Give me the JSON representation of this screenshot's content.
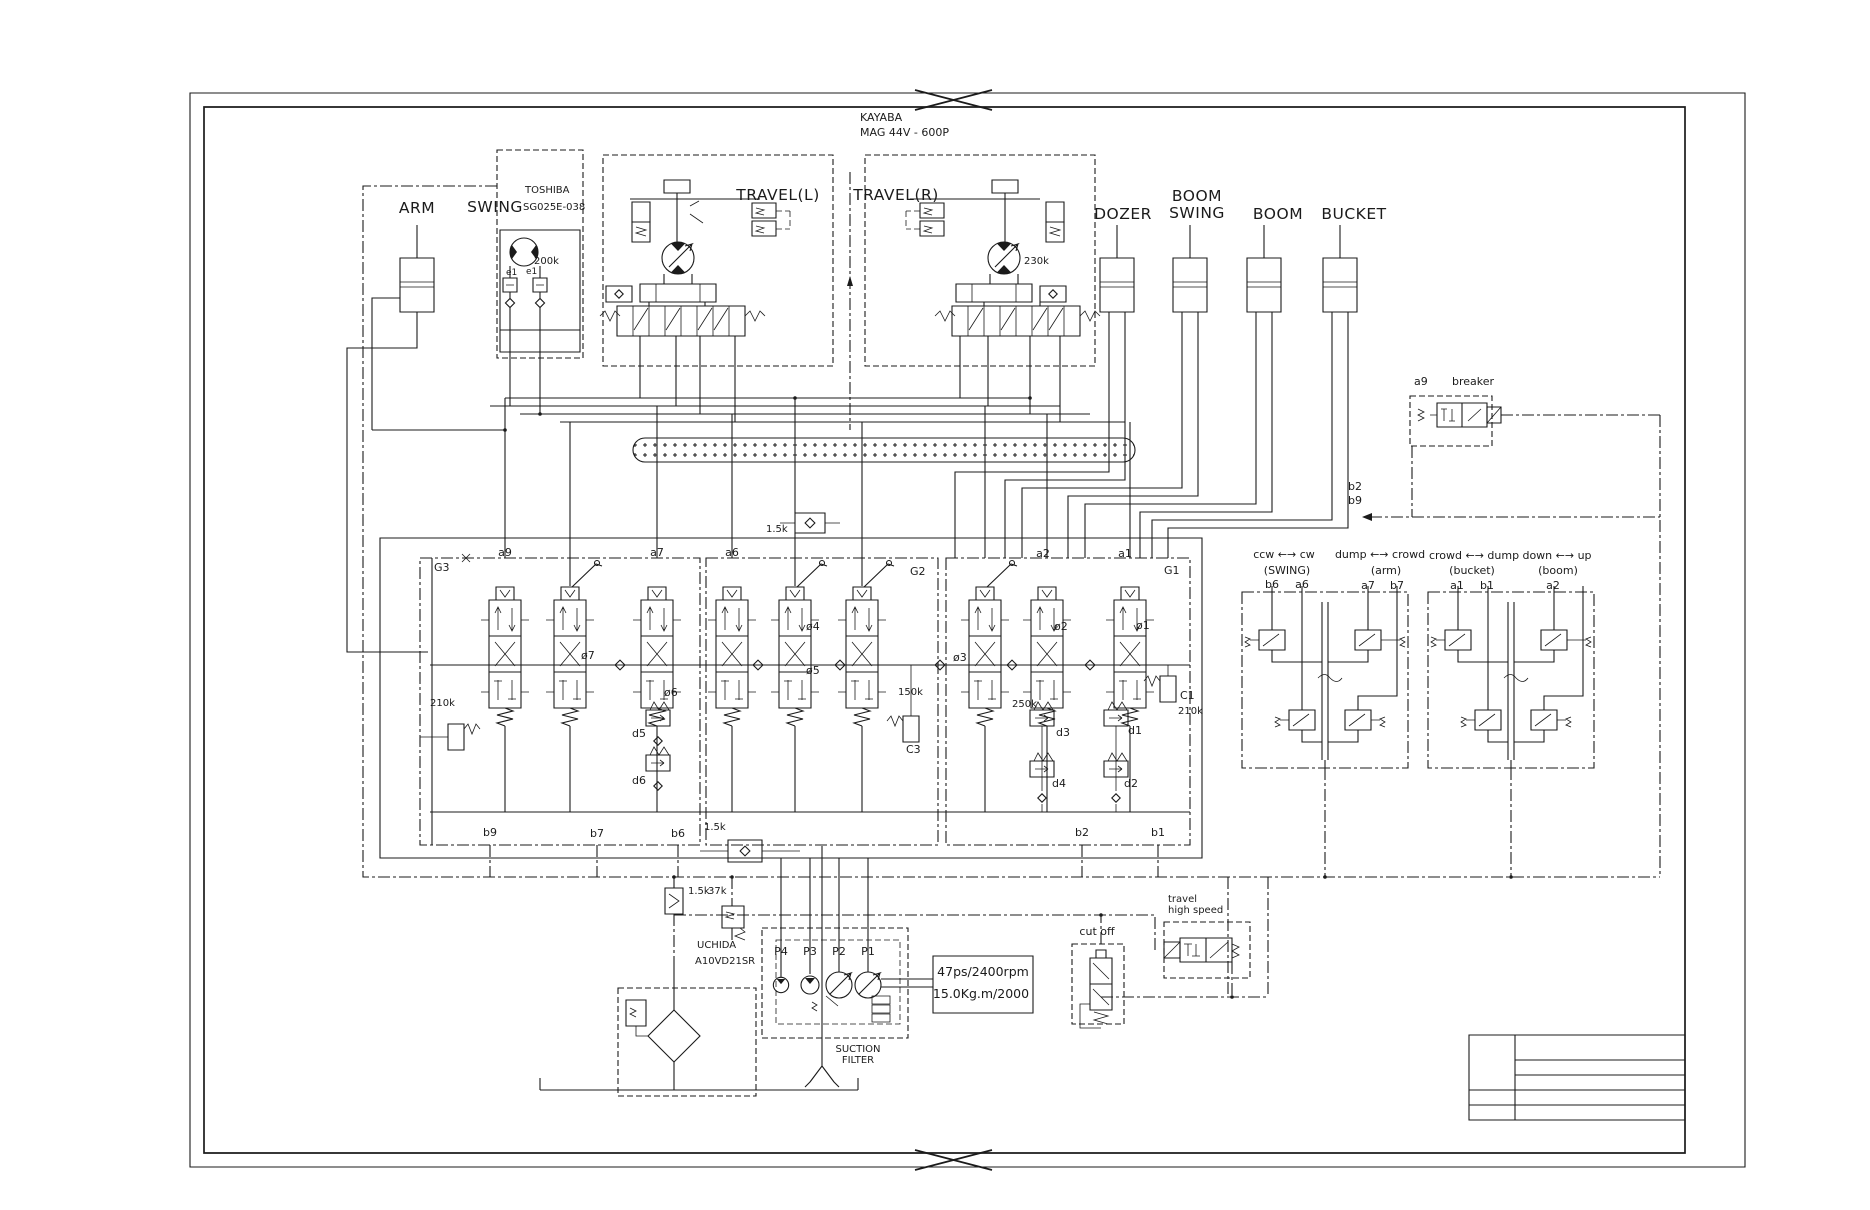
{
  "sheet": {
    "paper": "#ffffff",
    "ink": "#1b1b1b"
  },
  "labels": {
    "kayaba": "KAYABA",
    "kayaba_model": "MAG 44V - 600P",
    "toshiba": "TOSHIBA",
    "toshiba_model": "SG025E-038",
    "arm": "ARM",
    "swing": "SWING",
    "travel_l": "TRAVEL(L)",
    "travel_r": "TRAVEL(R)",
    "dozer": "DOZER",
    "boom_swing": "BOOM\nSWING",
    "boom": "BOOM",
    "bucket": "BUCKET",
    "r200k": "200k",
    "e1a": "e1",
    "e1b": "e1",
    "r230k": "230k",
    "brk_port": "a9",
    "brk": "breaker",
    "b2": "b2",
    "b9": "b9",
    "sw_dir": "ccw ←→ cw",
    "sw_name": "(SWING)",
    "arm_dir": "dump ←→ crowd",
    "arm_name": "(arm)",
    "bk_dir": "crowd ←→ dump",
    "bk_name": "(bucket)",
    "bm_dir": "down ←→ up",
    "bm_name": "(boom)",
    "pb6": "b6",
    "pa6": "a6",
    "pa7": "a7",
    "pb7": "b7",
    "pa1": "a1",
    "pb1": "b1",
    "pa2": "a2",
    "g3": "G3",
    "g2": "G2",
    "g1": "G1",
    "ta9": "a9",
    "ta7": "a7",
    "ta6": "a6",
    "ta2": "a2",
    "ta1": "a1",
    "k15_top": "1.5k",
    "k15_bot": "1.5k",
    "k15_pilot": "1.5k",
    "k37": "37k",
    "phi1": "ø1",
    "phi2": "ø2",
    "phi3": "ø3",
    "phi4": "ø4",
    "phi5": "ø5",
    "phi6": "ø6",
    "phi7": "ø7",
    "r210l": "210k",
    "r150": "150k",
    "c3": "C3",
    "r250": "250k",
    "c1": "C1",
    "r210c1": "210k",
    "d1": "d1",
    "d2": "d2",
    "d3": "d3",
    "d4": "d4",
    "d5": "d5",
    "d6": "d6",
    "bb9": "b9",
    "bb7": "b7",
    "bb6": "b6",
    "bb2": "b2",
    "bb1": "b1",
    "uchida": "UCHIDA",
    "uchida_model": "A10VD21SR",
    "p4": "P4",
    "p3": "P3",
    "p2": "P2",
    "p1": "P1",
    "eng1": "47ps/2400rpm",
    "eng2": "15.0Kg.m/2000",
    "cutoff": "cut off",
    "ths": "travel\nhigh speed",
    "suction": "SUCTION\nFILTER"
  }
}
